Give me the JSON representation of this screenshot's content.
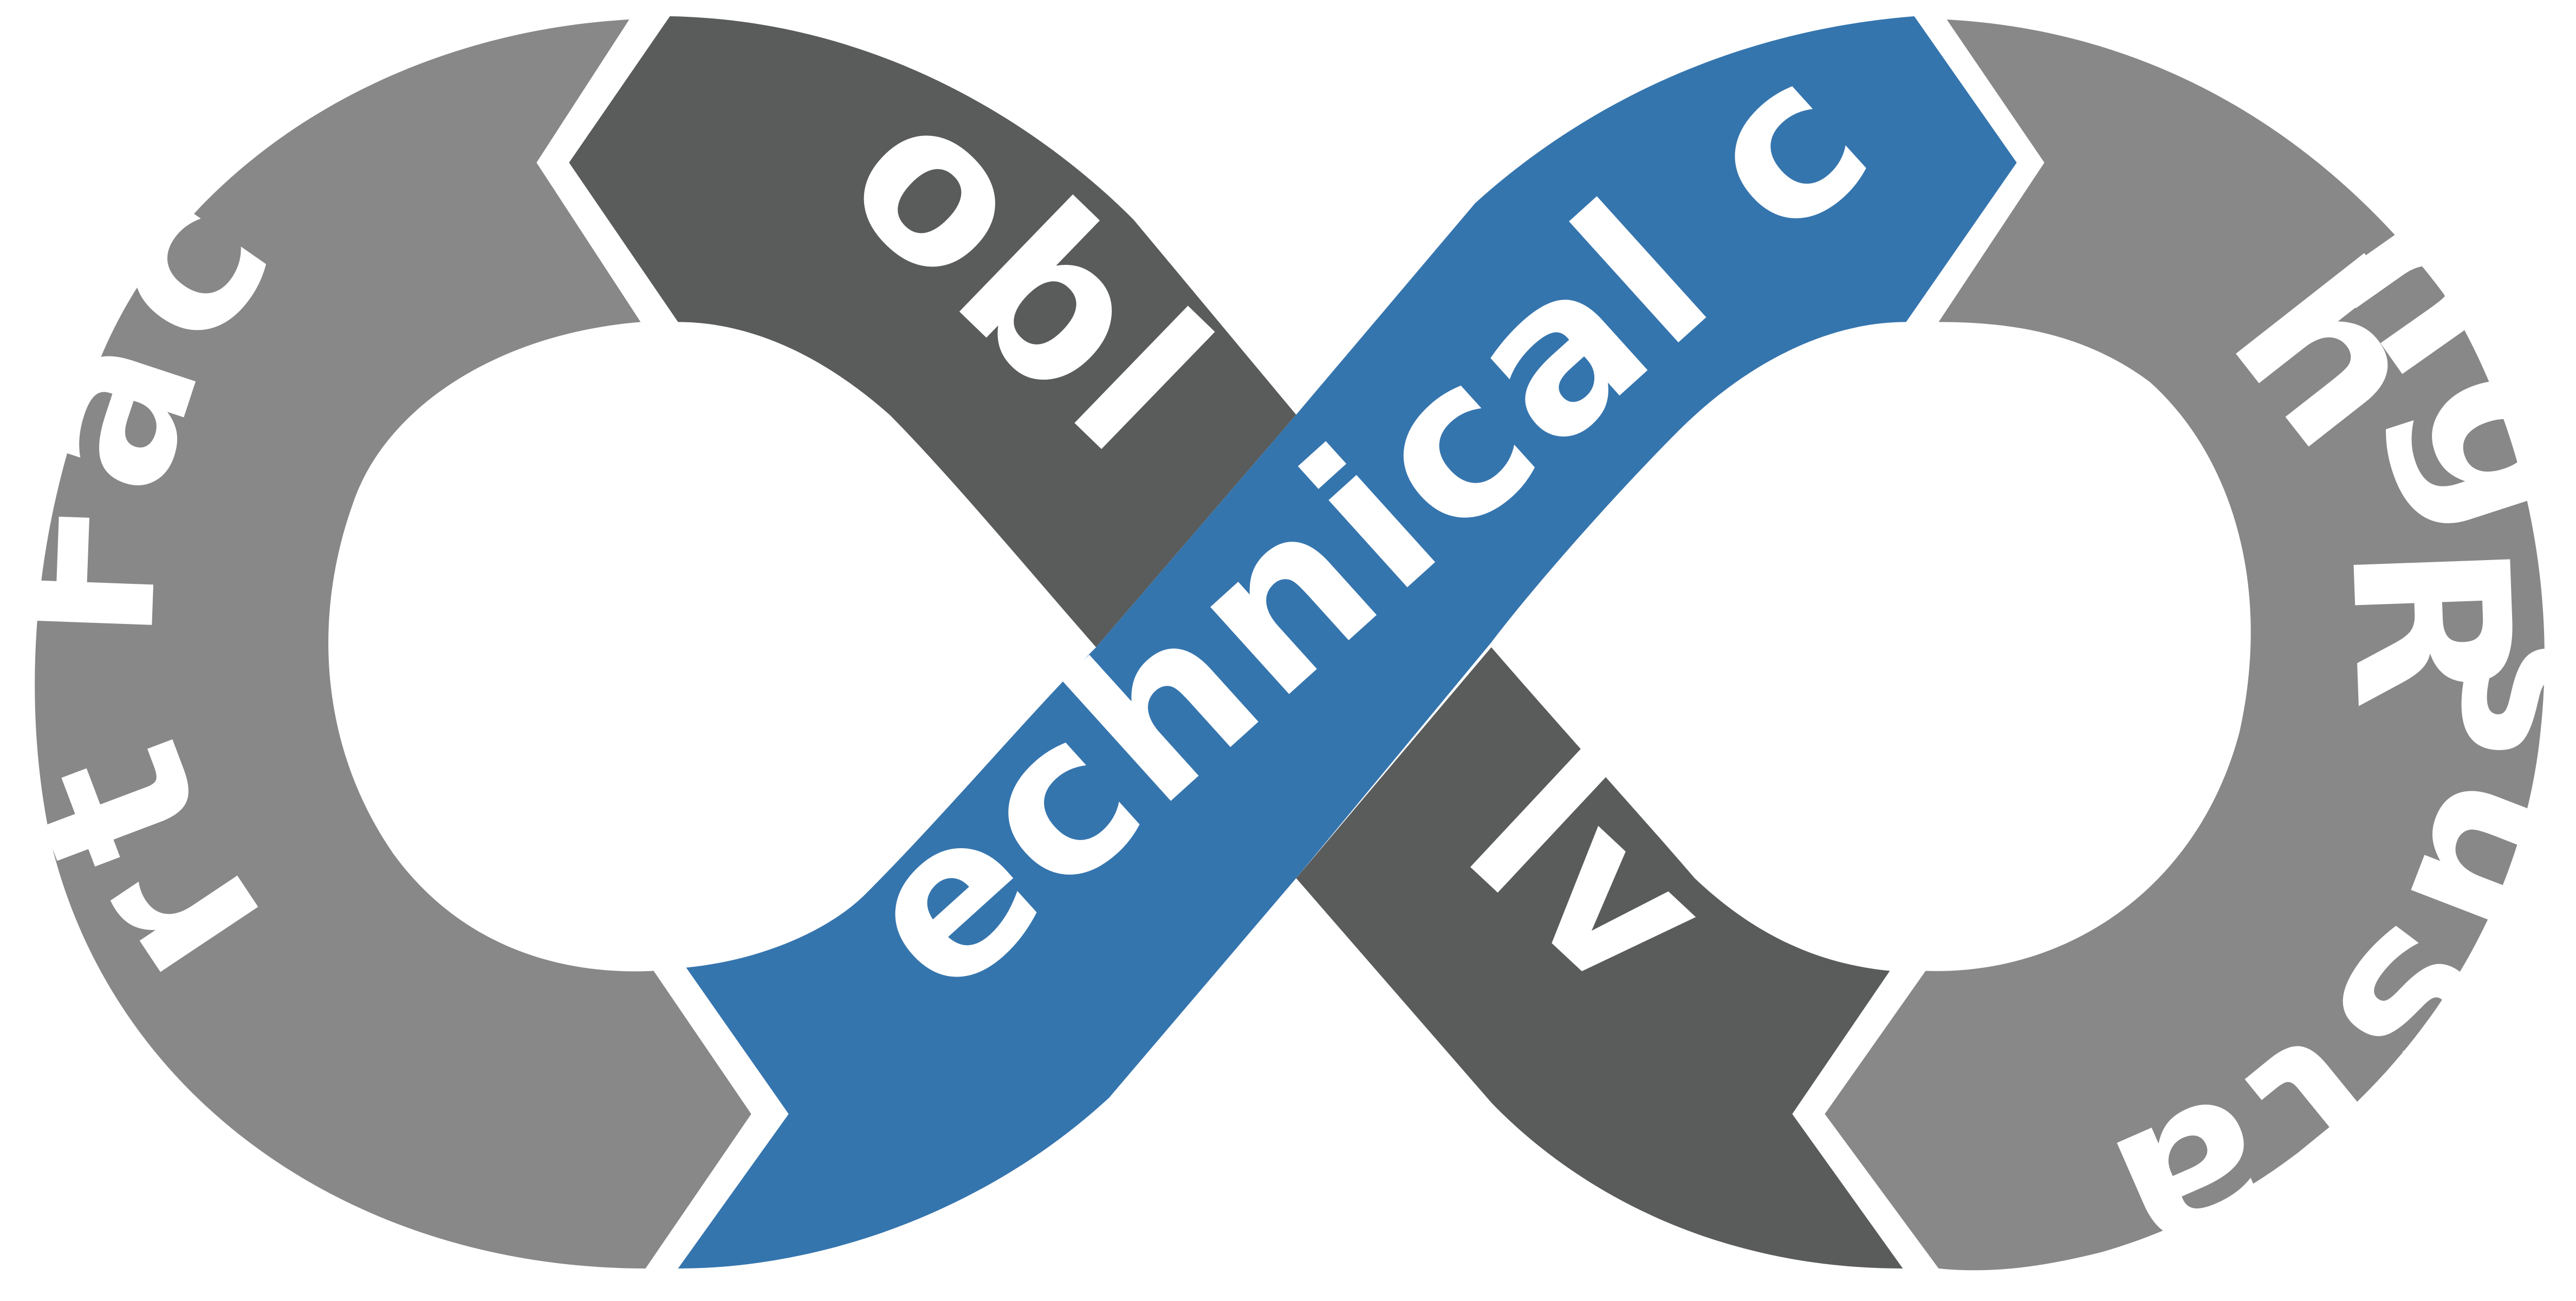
{
  "diagram": {
    "segments": [
      {
        "label": "Smart Factory",
        "color": "#888888"
      },
      {
        "label": "Problem",
        "color": "#5A5C5B"
      },
      {
        "label": "Develop technical capabilities",
        "color": "#3575AE"
      },
      {
        "label": "Redefining sustainability",
        "color": "#888888"
      },
      {
        "label": "with RFID",
        "color": "#888888"
      },
      {
        "label": "Solver",
        "color": "#5A5C5B"
      }
    ]
  }
}
